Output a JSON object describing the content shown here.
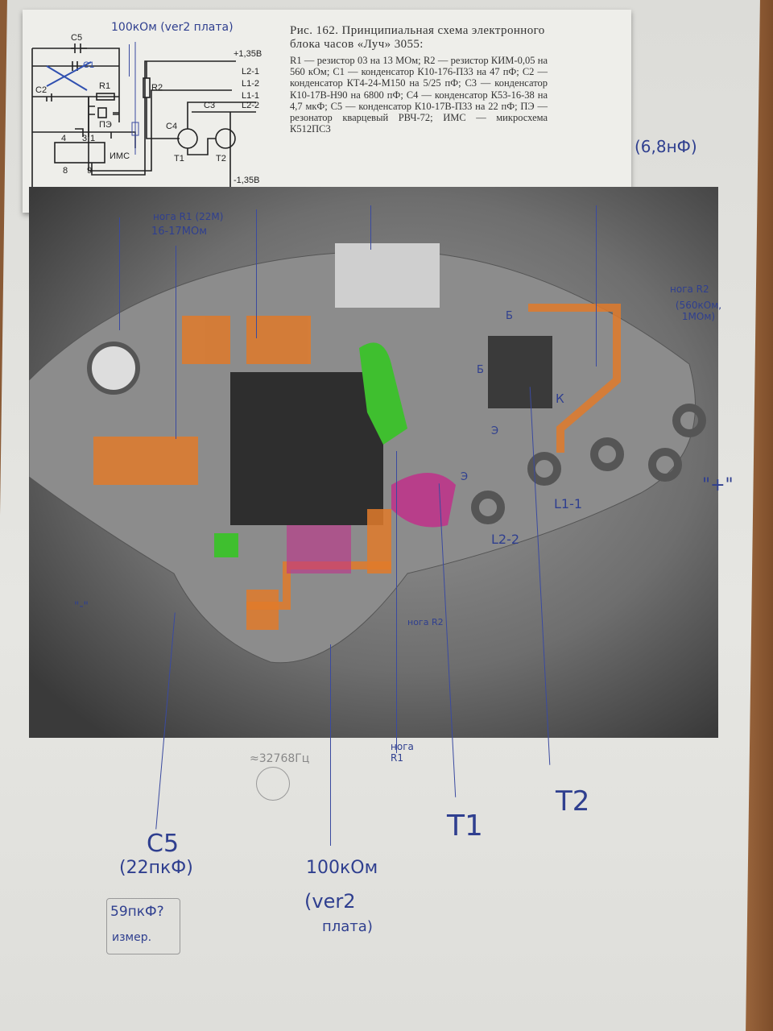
{
  "caption": {
    "title": "Рис. 162. Принципиальная схема электронного блока часов «Луч» 3055:",
    "body": "R1 — резистор 03 на 13 МОм; R2 — резистор КИМ-0,05 на 560 кОм; C1 — конденсатор К10-176-П33 на 47 пФ; C2 — конденсатор КТ4-24-М150 на 5/25 пФ; C3 — конденсатор К10-17В-Н90 на 6800 пФ; C4 — конденсатор К53-16-38 на 4,7 мкФ; C5 — конденсатор К10-17В-П33 на 22 пФ; ПЭ — резонатор кварцевый РВЧ-72; ИМС — микросхема К512ПС3"
  },
  "schematic": {
    "labels": {
      "c5": "C5",
      "c1": "C1",
      "c2": "C2",
      "r1": "R1",
      "pe": "ПЭ",
      "r2": "R2",
      "ims": "ИМС",
      "pin4": "4",
      "pin3": "3",
      "pin1": "1",
      "pin8": "8",
      "pin9": "9",
      "c3": "C3",
      "c4": "C4",
      "t1": "T1",
      "t2": "T2",
      "vplus": "+1,35В",
      "l21": "L2-1",
      "l12": "L1-2",
      "l11": "L1-1",
      "l22": "L2-2",
      "vminus": "-1,35В"
    }
  },
  "annotations": {
    "top_resistor": "100кОм (ver2 плата)",
    "c3_value": "(6,8нФ)",
    "r1_leg_top": "нога R1 (22М)",
    "r1_leg_range": "16-17МОм",
    "r2_leg": "нога R2",
    "r2_leg_values": "(560кОм, 1МОм)",
    "pin_b1": "Б",
    "pin_e1": "Э",
    "pin_k": "К",
    "pin_b2": "Б",
    "pin_e2": "Э",
    "l11": "L1-1",
    "l22": "L2-2",
    "plus": "\"+\"",
    "minus": "\"-\"",
    "r2_leg_bottom": "нога R2",
    "r1_leg_bottom": "нога R1",
    "crystal_freq": "≈32768Гц",
    "c5_label": "C5",
    "c5_value": "(22пкФ)",
    "measured_value": "59пкФ?",
    "measured_note": "измер.",
    "resistor_bottom": "100кОм",
    "ver2": "(ver2",
    "board": "плата)",
    "t1": "T1",
    "t2": "T2"
  },
  "colors": {
    "orange": "#e07a2a",
    "green": "#3fbf2f",
    "magenta": "#c0308a",
    "ink": "#2f3f8f"
  }
}
